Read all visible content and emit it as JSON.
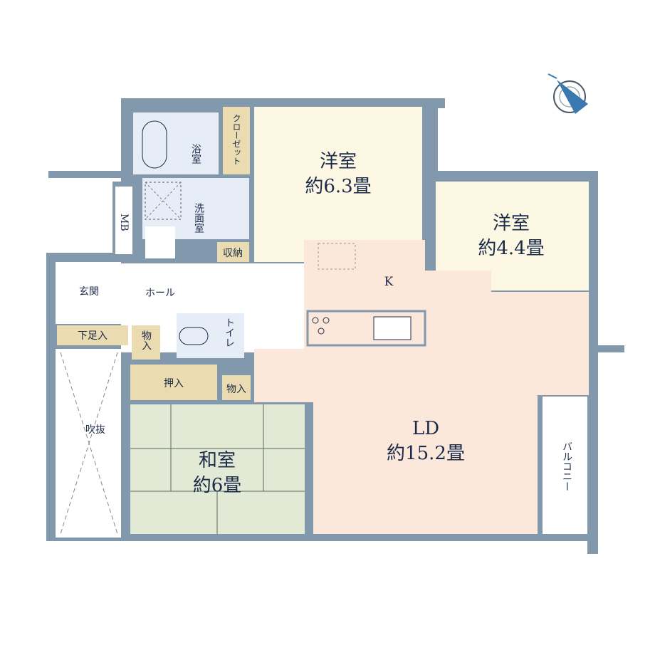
{
  "colors": {
    "wall": "#8298ac",
    "western": "#fdf8e4",
    "ld": "#fce8da",
    "washitsu": "#e2ead6",
    "storage": "#ebdbb0",
    "wet": "#e6edf6",
    "text": "#1d2b4a"
  },
  "compass": {
    "icon": "north-compass-icon"
  },
  "rooms": {
    "western1": {
      "name": "洋室",
      "size": "約6.3畳"
    },
    "western2": {
      "name": "洋室",
      "size": "約4.4畳"
    },
    "ld": {
      "name": "LD",
      "size": "約15.2畳"
    },
    "kitchen": "K",
    "washitsu": {
      "name": "和室",
      "size": "約6畳"
    },
    "bath": "浴室",
    "closet": "クローゼット",
    "washroom": "洗面室",
    "mb": "MB",
    "storage1": "収納",
    "entrance": "玄関",
    "hall": "ホール",
    "shoebox": "下足入",
    "storage2": "物入",
    "toilet": "トイレ",
    "oshiire": "押入",
    "storage3": "物入",
    "fukinuke": "吹抜",
    "balcony": "バルコニー"
  }
}
